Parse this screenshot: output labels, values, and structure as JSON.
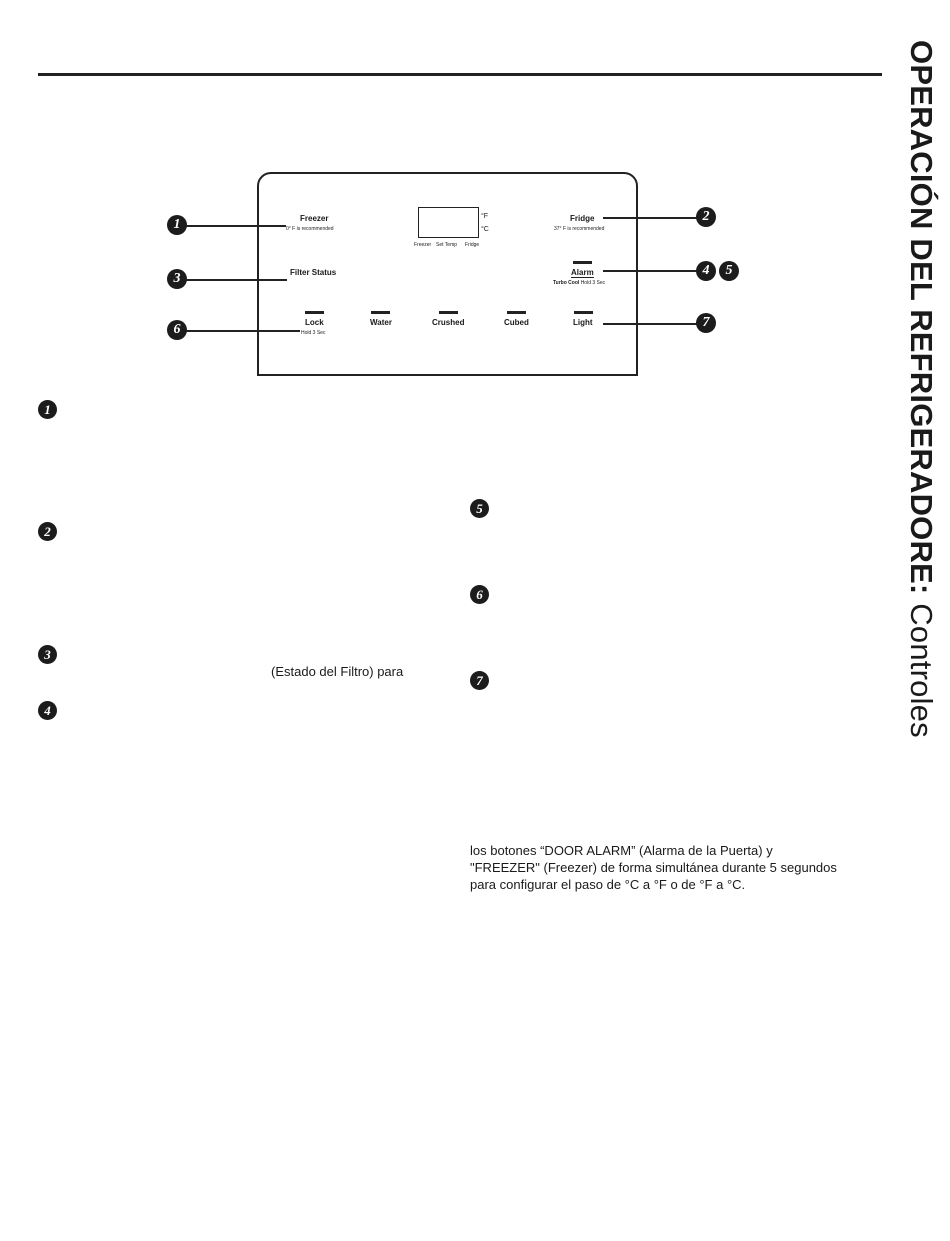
{
  "page": {
    "side_title_bold": "OPERACIÓN DEL REFRIGERADORE:",
    "side_title_light": "Controles"
  },
  "panel": {
    "freezer": {
      "label": "Freezer",
      "sub": "0° F is recommended"
    },
    "fridge": {
      "label": "Fridge",
      "sub": "37° F is recommended"
    },
    "display": {
      "unit_f": "°F",
      "unit_c": "°C",
      "left_label": "Freezer",
      "center_label": "Set Temp",
      "right_label": "Fridge"
    },
    "filter_status": "Filter Status",
    "alarm": {
      "label": "Alarm",
      "sub_bold": "Turbo Cool",
      "sub": "Hold 3 Sec"
    },
    "buttons": [
      {
        "label": "Lock",
        "sub": "Hold 3 Sec"
      },
      {
        "label": "Water"
      },
      {
        "label": "Crushed"
      },
      {
        "label": "Cubed"
      },
      {
        "label": "Light"
      }
    ]
  },
  "callouts": [
    "1",
    "2",
    "3",
    "4",
    "5",
    "6",
    "7"
  ],
  "sections": {
    "s1": {
      "number": "1"
    },
    "s2": {
      "number": "2"
    },
    "s3": {
      "number": "3",
      "text": "(Estado del Filtro) para"
    },
    "s4": {
      "number": "4"
    },
    "s5": {
      "number": "5"
    },
    "s6": {
      "number": "6"
    },
    "s7": {
      "number": "7"
    }
  },
  "note": {
    "line1": "los botones “DOOR ALARM” (Alarma de la Puerta) y",
    "line2": "\"FREEZER\" (Freezer) de forma simultánea durante 5 segundos",
    "line3": "para configurar el paso de °C a °F o de °F a °C."
  }
}
